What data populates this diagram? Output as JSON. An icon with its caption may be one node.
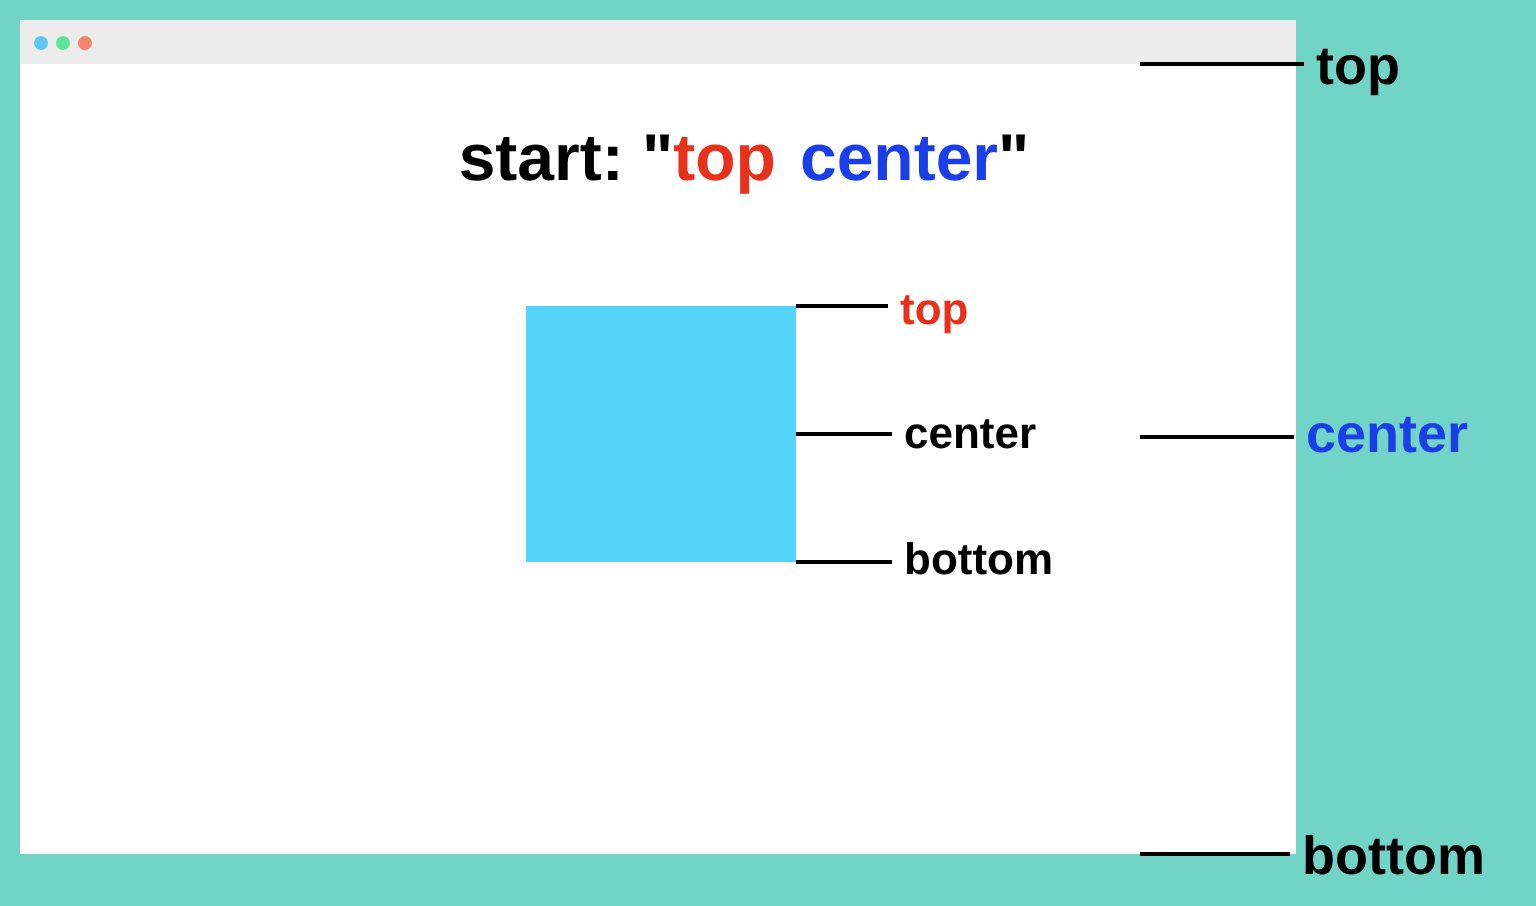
{
  "diagram": {
    "nodes": [
      {
        "text": [],
        "shape": "box"
      },
      {
        "text": [],
        "shape": "box",
        "in": 0
      },
      {
        "text": [
          "top"
        ],
        "in": 0
      },
      {
        "text": [
          "center"
        ],
        "in": 0
      },
      {
        "text": [
          "bottom"
        ],
        "in": 0
      },
      {
        "text": [
          "top"
        ]
      },
      {
        "text": [
          "center"
        ]
      },
      {
        "text": [
          "bottom"
        ]
      }
    ],
    "edges": [
      {
        "from": 2,
        "to": 1,
        "arrow": "none"
      },
      {
        "from": 3,
        "to": 1,
        "arrow": "none"
      },
      {
        "from": 4,
        "to": 1,
        "arrow": "none"
      },
      {
        "from": 5,
        "to": 0,
        "arrow": "none"
      },
      {
        "from": 6,
        "to": 0,
        "arrow": "none"
      },
      {
        "from": 7,
        "to": 0,
        "arrow": "none"
      }
    ],
    "labels": [
      "start: \"",
      "top",
      "center",
      "\""
    ]
  }
}
